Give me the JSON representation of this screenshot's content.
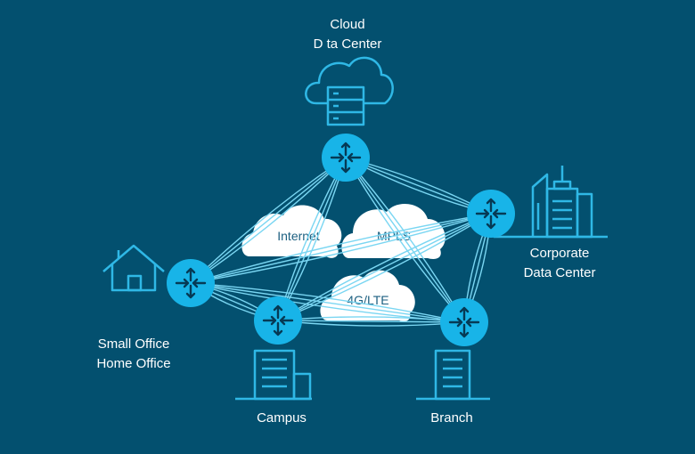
{
  "nodes": {
    "cloud_dc": {
      "lines": [
        "Cloud",
        "D  ta Center"
      ],
      "icon": "cloud-server-icon"
    },
    "corporate_dc": {
      "lines": [
        "Corporate",
        "Data Center"
      ],
      "icon": "office-tower-icon"
    },
    "soho": {
      "lines": [
        "Small Office",
        "Home Office"
      ],
      "icon": "house-icon"
    },
    "campus": {
      "label": "Campus",
      "icon": "campus-building-icon"
    },
    "branch": {
      "label": "Branch",
      "icon": "branch-building-icon"
    }
  },
  "transports": {
    "internet": "Internet",
    "mpls": "MPLS",
    "lte": "4G/LTE"
  },
  "colors": {
    "background": "#03506f",
    "router": "#18b4e8",
    "links": "#7ad6f2",
    "cloud_fill": "#ffffff",
    "cloud_text": "#1c5f80"
  }
}
